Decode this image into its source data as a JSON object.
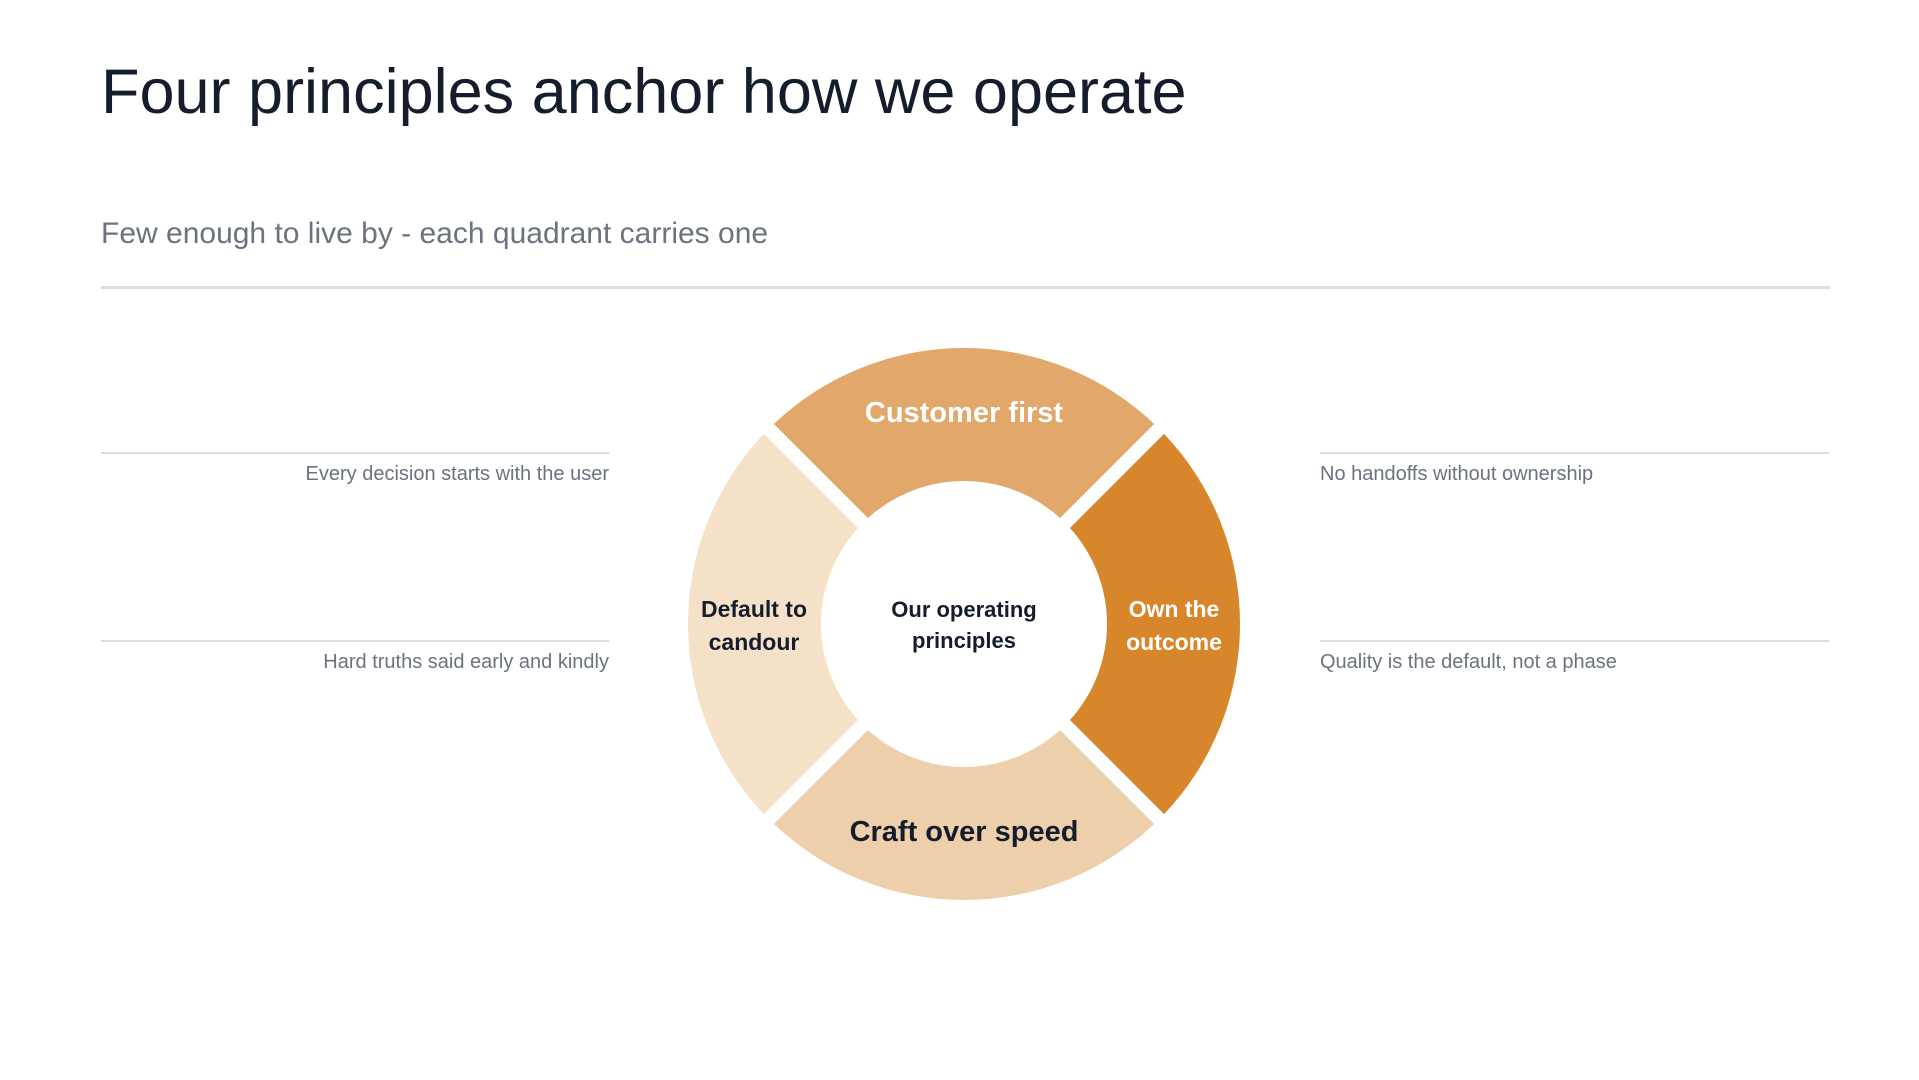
{
  "title": "Four principles anchor how we operate",
  "subtitle": "Few enough to live by - each quadrant carries one",
  "center": {
    "line1": "Our operating",
    "line2": "principles"
  },
  "segments": {
    "top": {
      "line1": "Customer first",
      "color": "#e2a76b",
      "text_color": "#ffffff"
    },
    "right": {
      "line1": "Own the",
      "line2": "outcome",
      "color": "#d8862b",
      "text_color": "#ffffff"
    },
    "bottom": {
      "line1": "Craft over speed",
      "color": "#eecfab",
      "text_color": "#151c2c"
    },
    "left": {
      "line1": "Default to",
      "line2": "candour",
      "color": "#f5e1c8",
      "text_color": "#151c2c"
    }
  },
  "notes": {
    "left_top": "Every decision starts with the user",
    "left_bottom": "Hard truths said early and kindly",
    "right_top": "No handoffs without ownership",
    "right_bottom": "Quality is the default, not a phase"
  }
}
